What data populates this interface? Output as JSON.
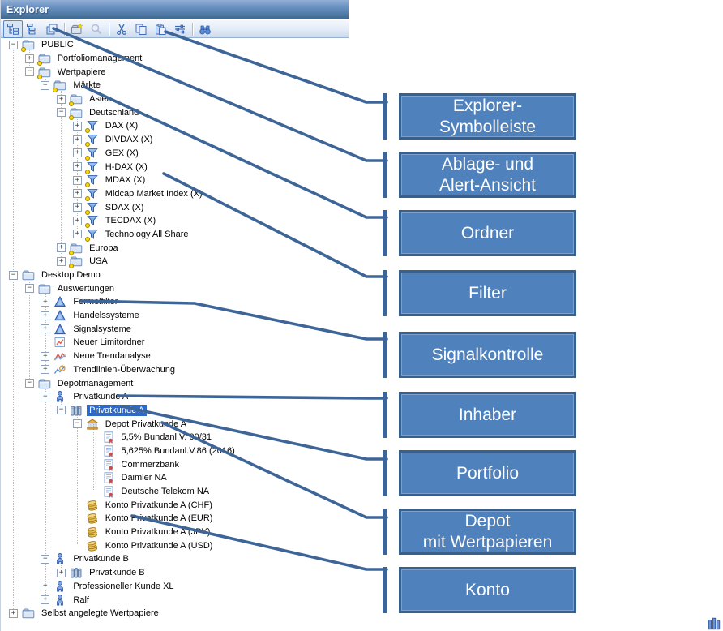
{
  "window": {
    "title": "Explorer"
  },
  "toolbar": {
    "buttons": [
      {
        "name": "tree-view",
        "selected": true
      },
      {
        "name": "tree-list",
        "selected": false
      },
      {
        "name": "stack",
        "selected": false
      },
      {
        "name": "separator"
      },
      {
        "name": "new-folder",
        "selected": false
      },
      {
        "name": "magnifier",
        "selected": false
      },
      {
        "name": "separator"
      },
      {
        "name": "cut",
        "selected": false
      },
      {
        "name": "copy",
        "selected": false
      },
      {
        "name": "paste",
        "selected": false
      },
      {
        "name": "sliders",
        "selected": false
      },
      {
        "name": "separator"
      },
      {
        "name": "binoculars",
        "selected": false
      }
    ]
  },
  "tree": {
    "items": [
      {
        "label": "PUBLIC",
        "level": 0,
        "expand": "minus",
        "icon": "folder",
        "dot": true
      },
      {
        "label": "Portfoliomanagement",
        "level": 1,
        "expand": "plus",
        "icon": "folder",
        "dot": true
      },
      {
        "label": "Wertpapiere",
        "level": 1,
        "expand": "minus",
        "icon": "folder",
        "dot": true
      },
      {
        "label": "Märkte",
        "level": 2,
        "expand": "minus",
        "icon": "folder",
        "dot": true
      },
      {
        "label": "Asien",
        "level": 3,
        "expand": "plus",
        "icon": "folder",
        "dot": true
      },
      {
        "label": "Deutschland",
        "level": 3,
        "expand": "minus",
        "icon": "folder",
        "dot": true
      },
      {
        "label": "DAX (X)",
        "level": 4,
        "expand": "plus",
        "icon": "funnel",
        "dot": true
      },
      {
        "label": "DIVDAX (X)",
        "level": 4,
        "expand": "plus",
        "icon": "funnel",
        "dot": true
      },
      {
        "label": "GEX (X)",
        "level": 4,
        "expand": "plus",
        "icon": "funnel",
        "dot": true
      },
      {
        "label": "H-DAX (X)",
        "level": 4,
        "expand": "plus",
        "icon": "funnel",
        "dot": true
      },
      {
        "label": "MDAX (X)",
        "level": 4,
        "expand": "plus",
        "icon": "funnel",
        "dot": true
      },
      {
        "label": "Midcap Market Index (X)",
        "level": 4,
        "expand": "plus",
        "icon": "funnel",
        "dot": true
      },
      {
        "label": "SDAX (X)",
        "level": 4,
        "expand": "plus",
        "icon": "funnel",
        "dot": true
      },
      {
        "label": "TECDAX (X)",
        "level": 4,
        "expand": "plus",
        "icon": "funnel",
        "dot": true
      },
      {
        "label": "Technology All Share",
        "level": 4,
        "expand": "plus",
        "icon": "funnel",
        "dot": true
      },
      {
        "label": "Europa",
        "level": 3,
        "expand": "plus",
        "icon": "folder",
        "dot": true
      },
      {
        "label": "USA",
        "level": 3,
        "expand": "plus",
        "icon": "folder",
        "dot": true
      },
      {
        "label": "Desktop Demo",
        "level": 0,
        "expand": "minus",
        "icon": "folder",
        "dot": false
      },
      {
        "label": "Auswertungen",
        "level": 1,
        "expand": "minus",
        "icon": "folder",
        "dot": false
      },
      {
        "label": "Formelfilter",
        "level": 2,
        "expand": "plus",
        "icon": "formula",
        "dot": false
      },
      {
        "label": "Handelssysteme",
        "level": 2,
        "expand": "plus",
        "icon": "formula",
        "dot": false
      },
      {
        "label": "Signalsysteme",
        "level": 2,
        "expand": "plus",
        "icon": "formula",
        "dot": false
      },
      {
        "label": "Neuer Limitordner",
        "level": 2,
        "expand": "none",
        "icon": "limit",
        "dot": false
      },
      {
        "label": "Neue Trendanalyse",
        "level": 2,
        "expand": "plus",
        "icon": "trend",
        "dot": false
      },
      {
        "label": "Trendlinien-Überwachung",
        "level": 2,
        "expand": "plus",
        "icon": "trendwatch",
        "dot": false
      },
      {
        "label": "Depotmanagement",
        "level": 1,
        "expand": "minus",
        "icon": "folder",
        "dot": false
      },
      {
        "label": "Privatkunde A",
        "level": 2,
        "expand": "minus",
        "icon": "person",
        "dot": false
      },
      {
        "label": "Privatkunde A",
        "level": 3,
        "expand": "minus",
        "icon": "portfolio",
        "dot": false,
        "selected": true
      },
      {
        "label": "Depot Privatkunde A",
        "level": 4,
        "expand": "minus",
        "icon": "bank",
        "dot": false
      },
      {
        "label": "5,5% Bundanl.V. 00/31",
        "level": 5,
        "expand": "none",
        "icon": "security",
        "dot": false
      },
      {
        "label": "5,625% Bundanl.V.86 (2016)",
        "level": 5,
        "expand": "none",
        "icon": "security",
        "dot": false
      },
      {
        "label": "Commerzbank",
        "level": 5,
        "expand": "none",
        "icon": "security",
        "dot": false
      },
      {
        "label": "Daimler NA",
        "level": 5,
        "expand": "none",
        "icon": "security",
        "dot": false
      },
      {
        "label": "Deutsche Telekom NA",
        "level": 5,
        "expand": "none",
        "icon": "security",
        "dot": false
      },
      {
        "label": "Konto Privatkunde A (CHF)",
        "level": 4,
        "expand": "none",
        "icon": "account",
        "dot": false
      },
      {
        "label": "Konto Privatkunde A (EUR)",
        "level": 4,
        "expand": "none",
        "icon": "account",
        "dot": false
      },
      {
        "label": "Konto Privatkunde A (JPY)",
        "level": 4,
        "expand": "none",
        "icon": "account",
        "dot": false
      },
      {
        "label": "Konto Privatkunde A (USD)",
        "level": 4,
        "expand": "none",
        "icon": "account",
        "dot": false
      },
      {
        "label": "Privatkunde B",
        "level": 2,
        "expand": "minus",
        "icon": "person",
        "dot": false
      },
      {
        "label": "Privatkunde B",
        "level": 3,
        "expand": "plus",
        "icon": "portfolio",
        "dot": false
      },
      {
        "label": "Professioneller Kunde XL",
        "level": 2,
        "expand": "plus",
        "icon": "person",
        "dot": false
      },
      {
        "label": "Ralf",
        "level": 2,
        "expand": "plus",
        "icon": "person",
        "dot": false
      },
      {
        "label": "Selbst angelegte Wertpapiere",
        "level": 0,
        "expand": "plus",
        "icon": "folder",
        "dot": false
      }
    ]
  },
  "callouts": [
    {
      "lines": [
        "Explorer-",
        "Symbolleiste"
      ]
    },
    {
      "lines": [
        "Ablage- und",
        "Alert-Ansicht"
      ]
    },
    {
      "lines": [
        "Ordner"
      ]
    },
    {
      "lines": [
        "Filter"
      ]
    },
    {
      "lines": [
        "Signalkontrolle"
      ]
    },
    {
      "lines": [
        "Inhaber"
      ]
    },
    {
      "lines": [
        "Portfolio"
      ]
    },
    {
      "lines": [
        "Depot",
        "mit Wertpapieren"
      ]
    },
    {
      "lines": [
        "Konto"
      ]
    }
  ],
  "colors": {
    "callout_fill": "#4f81bd",
    "callout_border": "#36608f",
    "connector": "#3e6598",
    "selection": "#316ac5",
    "titlebar": "#49759f"
  }
}
